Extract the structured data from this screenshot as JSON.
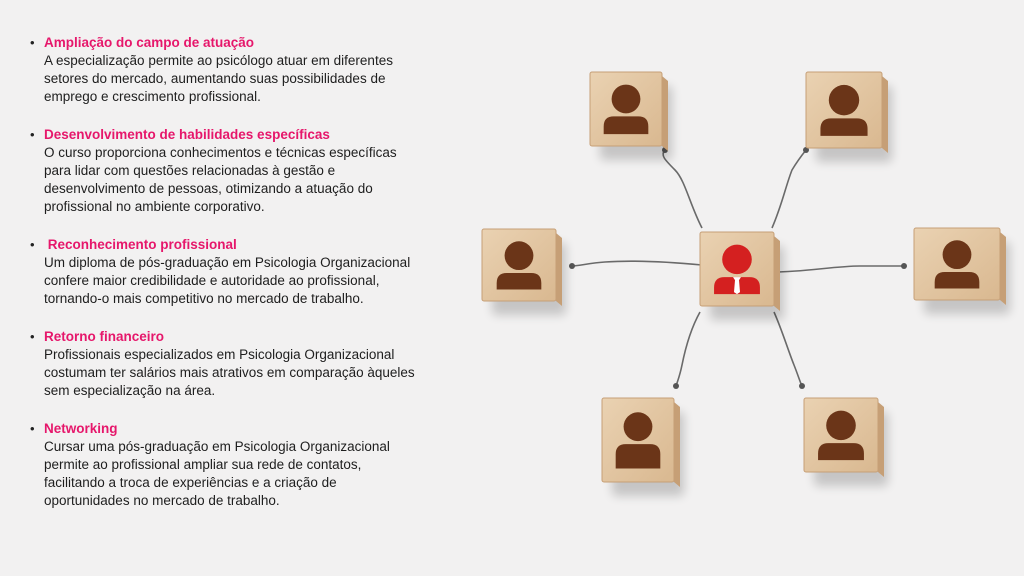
{
  "benefits": [
    {
      "title": "Ampliação do campo de atuação",
      "lines": [
        "A especialização permite ao psicólogo atuar em diferentes",
        "setores do mercado, aumentando suas possibilidades de",
        "emprego e crescimento profissional."
      ]
    },
    {
      "title": "Desenvolvimento de habilidades específicas",
      "lines": [
        "O curso proporciona conhecimentos e técnicas específicas",
        "para lidar com questões relacionadas à gestão e",
        "desenvolvimento de pessoas, otimizando a atuação do",
        "profissional no ambiente corporativo."
      ]
    },
    {
      "title": " Reconhecimento profissional",
      "lines": [
        "Um diploma de pós-graduação em Psicologia Organizacional",
        "confere maior credibilidade e autoridade ao profissional,",
        "tornando-o mais competitivo no mercado de trabalho."
      ]
    },
    {
      "title": "Retorno financeiro",
      "lines": [
        "Profissionais especializados em Psicologia Organizacional",
        "costumam ter salários mais atrativos em comparação àqueles",
        "sem especialização na área."
      ]
    },
    {
      "title": "Networking",
      "lines": [
        "Cursar uma pós-graduação em Psicologia Organizacional",
        "permite ao profissional ampliar sua rede de contatos,",
        "facilitando a troca de experiências e a criação de",
        "oportunidades no mercado de trabalho."
      ]
    }
  ],
  "illustration": {
    "center_icon": "person-red-tie-icon",
    "node_icon": "person-icon",
    "colors": {
      "accent": "#e6176b",
      "center_figure": "#d42020",
      "node_figure": "#6b3518",
      "block_face": "#e2c4a0",
      "block_edge": "#c69f76",
      "line": "#6a6a6a"
    }
  }
}
